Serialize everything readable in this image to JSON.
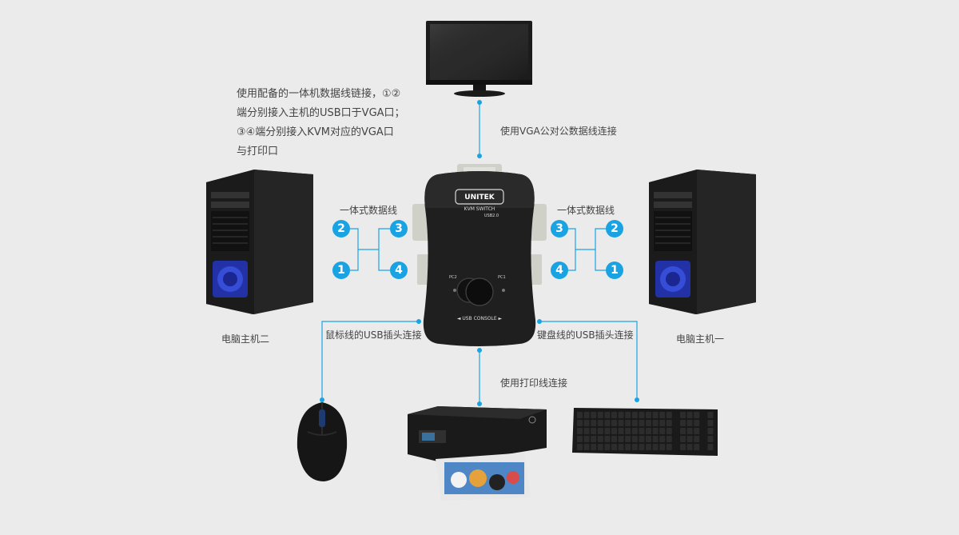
{
  "note_lines": [
    "使用配备的一体机数据线链接，①②",
    "端分别接入主机的USB口于VGA口；",
    "③④端分别接入KVM对应的VGA口",
    "与打印口"
  ],
  "labels": {
    "vga_cable": "使用VGA公对公数据线连接",
    "cable_left": "一体式数据线",
    "cable_right": "一体式数据线",
    "pc2": "电脑主机二",
    "pc1": "电脑主机一",
    "mouse_usb": "鼠标线的USB插头连接",
    "keyboard_usb": "键盘线的USB插头连接",
    "printer_cable": "使用打印线连接"
  },
  "badges": {
    "left_2": "2",
    "left_1": "1",
    "left_3": "3",
    "left_4": "4",
    "right_3": "3",
    "right_4": "4",
    "right_2": "2",
    "right_1": "1"
  },
  "device": {
    "brand": "UNITEK",
    "model": "KVM  SWITCH",
    "usb": "USB2.0",
    "console": "◄ USB CONSOLE ►",
    "port_pc2": "PC2",
    "port_pc1": "PC1"
  },
  "colors": {
    "accent": "#1aa3e3",
    "background": "#ebebeb",
    "text": "#444444"
  }
}
